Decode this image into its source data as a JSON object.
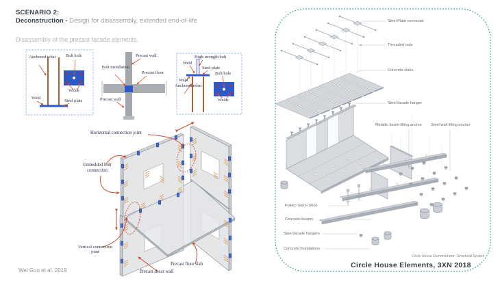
{
  "colors": {
    "accent_teal": "#2aa79a",
    "accent_orange": "#cd4a2a",
    "steel_blue": "#2d59c8",
    "rebar_brown": "#a34f1f",
    "detail_box_border": "#8fb4f2"
  },
  "header": {
    "scenario": "SCENARIO 2:",
    "title_bold": "Deconstruction -",
    "title_rest": " Design for disassembly, extended end-of-life",
    "description": "Disassembly of the precast facade elements."
  },
  "left_figure": {
    "detail_left": {
      "anchored_rebar": "Anchored rebar",
      "bolt_hole": "Bolt hole",
      "welds": "Welds",
      "weld": "Weld",
      "steel_plate": "Steel plate"
    },
    "detail_center": {
      "precast_wall_top": "Precast wall",
      "bolt_installation": "Bolt installation",
      "precast_floor": "Precast floor",
      "precast_wall_bottom": "Precast wall"
    },
    "detail_right": {
      "high_strength_bolt": "High-strength bolt",
      "weld_top": "Weld",
      "steel_plate": "Steel plate",
      "bolt_hole": "Bolt hole",
      "weld_left": "Weld",
      "anchored_rebar": "Anchored rebar",
      "welds": "Welds"
    },
    "axon": {
      "horizontal_joint": "Horizontal connection joint",
      "embedded_bolt": "Embedded bolt connection",
      "vertical_joint": "Vertical connection joint",
      "shear_wall": "Precast shear wall",
      "floor_slab": "Precast floor slab"
    },
    "citation": "Wei Guo et al. 2019"
  },
  "right_figure": {
    "labels": {
      "steel_plate_connector": "Steel Plate connector",
      "threaded_rods": "Threaded rods",
      "concrete_slabs": "Concrete slabs",
      "steel_facade_hanger": "Steel facade hanger",
      "metallic_beam_lifting_anchor": "Metallic beam-lifting anchor",
      "steel_wall_lifting_anchor": "Steel wall-lifting anchor",
      "peikko_sumo_shoe": "Peikko Sumo Shoe",
      "concrete_beams": "Concrete beams",
      "steel_facade_hangers": "Steel facade hangers",
      "concrete_foundations": "Concrete foundations"
    },
    "subcaption": "Circle House Demonstrator: Structural System",
    "caption": "Circle House Elements, 3XN 2018"
  }
}
